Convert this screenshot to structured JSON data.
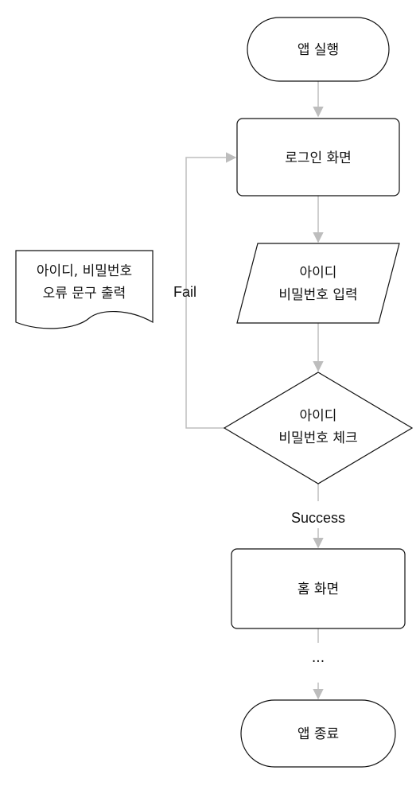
{
  "nodes": {
    "start": "앱 실행",
    "login_screen": "로그인 화면",
    "input_line1": "아이디",
    "input_line2": "비밀번호 입력",
    "check_line1": "아이디",
    "check_line2": "비밀번호 체크",
    "home_screen": "홈 화면",
    "ellipsis": "...",
    "end": "앱 종료",
    "error_line1": "아이디, 비밀번호",
    "error_line2": "오류 문구 출력"
  },
  "edges": {
    "fail_label": "Fail",
    "success_label": "Success"
  },
  "colors": {
    "edge": "#bdbdbd",
    "stroke": "#111111",
    "fill": "#ffffff"
  }
}
